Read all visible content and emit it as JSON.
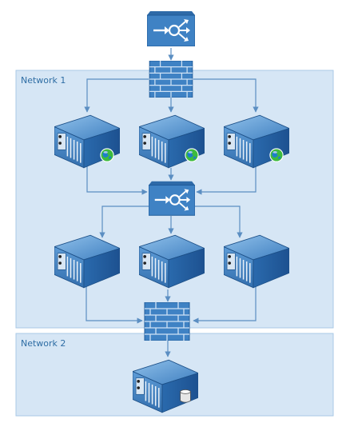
{
  "zones": [
    {
      "id": "network-1",
      "label": "Network 1"
    },
    {
      "id": "network-2",
      "label": "Network 2"
    }
  ],
  "nodes": [
    {
      "id": "lb-top",
      "kind": "load-balancer"
    },
    {
      "id": "fw-top",
      "kind": "firewall"
    },
    {
      "id": "web-1",
      "kind": "web-server"
    },
    {
      "id": "web-2",
      "kind": "web-server"
    },
    {
      "id": "web-3",
      "kind": "web-server"
    },
    {
      "id": "lb-mid",
      "kind": "load-balancer"
    },
    {
      "id": "app-1",
      "kind": "server"
    },
    {
      "id": "app-2",
      "kind": "server"
    },
    {
      "id": "app-3",
      "kind": "server"
    },
    {
      "id": "fw-bottom",
      "kind": "firewall"
    },
    {
      "id": "db-1",
      "kind": "database-server"
    }
  ],
  "edges": [
    [
      "lb-top",
      "fw-top"
    ],
    [
      "fw-top",
      "web-1"
    ],
    [
      "fw-top",
      "web-2"
    ],
    [
      "fw-top",
      "web-3"
    ],
    [
      "web-1",
      "lb-mid"
    ],
    [
      "web-2",
      "lb-mid"
    ],
    [
      "web-3",
      "lb-mid"
    ],
    [
      "lb-mid",
      "app-1"
    ],
    [
      "lb-mid",
      "app-2"
    ],
    [
      "lb-mid",
      "app-3"
    ],
    [
      "app-1",
      "fw-bottom"
    ],
    [
      "app-2",
      "fw-bottom"
    ],
    [
      "app-3",
      "fw-bottom"
    ],
    [
      "fw-bottom",
      "db-1"
    ]
  ],
  "colors": {
    "zone_fill": "#d6e6f5",
    "zone_border": "#a9c8e6",
    "edge": "#5b8ec2",
    "device_blue": "#3f82c4",
    "device_dark": "#1f5a99",
    "globe_green": "#3dbb3d"
  }
}
